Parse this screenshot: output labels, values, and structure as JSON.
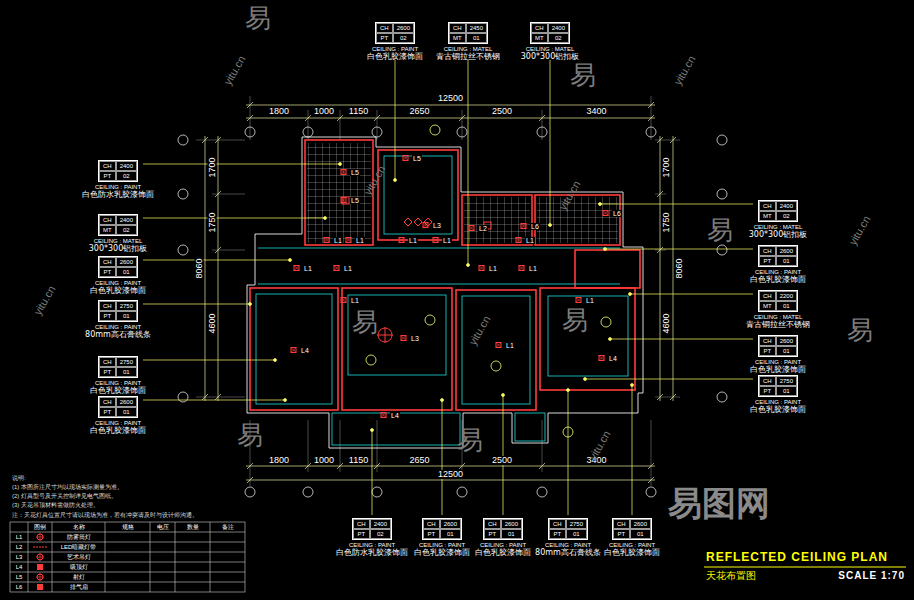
{
  "diagram": {
    "title": "REFLECTED CEILING PLAN",
    "caption": "天花布置图",
    "nodes": [
      {
        "text": [
          "CH",
          "2600",
          "PT",
          "02",
          "CEILING : PAINT",
          "白色乳胶漆饰面"
        ]
      },
      {
        "text": [
          "CH",
          "2450",
          "MT",
          "01",
          "CEILING : MATEL",
          "青古铜拉丝不锈钢"
        ]
      },
      {
        "text": [
          "CH",
          "2400",
          "MT",
          "02",
          "CEILING : MATEL",
          "300*300铝扣板"
        ]
      },
      {
        "text": [
          "CH",
          "2400",
          "PT",
          "02",
          "CEILING : PAINT",
          "白色防水乳胶漆饰面"
        ]
      },
      {
        "text": [
          "CH",
          "2400",
          "MT",
          "02",
          "CEILING : MATEL",
          "300*300铝扣板"
        ]
      },
      {
        "text": [
          "CH",
          "2600",
          "PT",
          "01",
          "CEILING : PAINT",
          "白色乳胶漆饰面"
        ]
      },
      {
        "text": [
          "CH",
          "2750",
          "PT",
          "01",
          "CEILING : PAINT",
          "80mm高石膏线条"
        ]
      },
      {
        "text": [
          "CH",
          "2750",
          "PT",
          "01",
          "CEILING : PAINT",
          "白色乳胶漆饰面"
        ]
      },
      {
        "text": [
          "CH",
          "2600",
          "PT",
          "01",
          "CEILING : PAINT",
          "白色乳胶漆饰面"
        ]
      },
      {
        "text": [
          "CH",
          "2400",
          "MT",
          "02",
          "CEILING : MATEL",
          "300*300铝扣板"
        ]
      },
      {
        "text": [
          "CH",
          "2600",
          "PT",
          "01",
          "CEILING : PAINT",
          "白色乳胶漆饰面"
        ]
      },
      {
        "text": [
          "CH",
          "2200",
          "MT",
          "01",
          "CEILING : MATEL",
          "青古铜拉丝不锈钢"
        ]
      },
      {
        "text": [
          "CH",
          "2600",
          "PT",
          "01",
          "CEILING : PAINT",
          "白色乳胶漆饰面"
        ]
      },
      {
        "text": [
          "CH",
          "2750",
          "PT",
          "01",
          "CEILING : PAINT",
          "白色乳胶漆饰面"
        ]
      },
      {
        "text": [
          "CH",
          "2400",
          "PT",
          "02",
          "CEILING : PAINT",
          "白色防水乳胶漆饰面"
        ]
      },
      {
        "text": [
          "CH",
          "2600",
          "PT",
          "01",
          "CEILING : PAINT",
          "白色乳胶漆饰面"
        ]
      },
      {
        "text": [
          "CH",
          "2600",
          "PT",
          "01",
          "CEILING : PAINT",
          "白色乳胶漆饰面"
        ]
      },
      {
        "text": [
          "CH",
          "2750",
          "PT",
          "01",
          "CEILING : PAINT",
          "80mm高石膏线条"
        ]
      },
      {
        "text": [
          "CH",
          "2600",
          "PT",
          "01",
          "CEILING : PAINT",
          "白色乳胶漆饰面"
        ]
      }
    ],
    "labels": [
      "1800",
      "1000",
      "1150",
      "2650",
      "2500",
      "3400",
      "12500",
      "1800",
      "1000",
      "1150",
      "2650",
      "2500",
      "3400",
      "12500",
      "1700",
      "1750",
      "4600",
      "8060",
      "1700",
      "1750",
      "4600",
      "8060",
      "L1",
      "L1",
      "L1",
      "L1",
      "L1",
      "L1",
      "L1",
      "L1",
      "L1",
      "L1",
      "L1",
      "L1",
      "L2",
      "L3",
      "L3",
      "L4",
      "L4",
      "L4",
      "L5",
      "L5",
      "L5",
      "L6",
      "L6",
      "说明:",
      "(1) 本图所注尺寸均以现场实际测量为准。",
      "(2) 灯具型号及开关控制详见电气图纸。",
      "(3) 天花吊顶材料需做防火处理。",
      "注：天花灯具位置尺寸请以现场为准，若有冲突请及时与设计师沟通。",
      "图例",
      "名称",
      "规格",
      "电压",
      "数量",
      "备注",
      "L1",
      "L2",
      "L3",
      "L4",
      "L5",
      "L6",
      "SCALE 1:70",
      "易",
      "易",
      "易",
      "易",
      "易",
      "易",
      "易",
      "易",
      "yitu.cn",
      "yitu.cn",
      "yitu.cn",
      "yitu.cn",
      "yitu.cn",
      "yitu.cn",
      "yitu.cn",
      "yitu.cn",
      "易图网"
    ],
    "legend": [
      {
        "text": "防雾筒灯"
      },
      {
        "text": "LED暗藏灯带"
      },
      {
        "text": "艺术吊灯"
      },
      {
        "text": "吸顶灯"
      },
      {
        "text": "射灯"
      },
      {
        "text": "排气扇"
      }
    ]
  }
}
